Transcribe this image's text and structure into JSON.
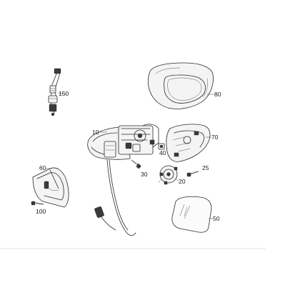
{
  "diagram": {
    "callouts": {
      "p150": "150",
      "p80": "80",
      "p10": "10",
      "p40": "40",
      "p70": "70",
      "p30": "30",
      "p25": "25",
      "p20": "20",
      "p60": "60",
      "p100": "100",
      "p50": "50"
    }
  }
}
